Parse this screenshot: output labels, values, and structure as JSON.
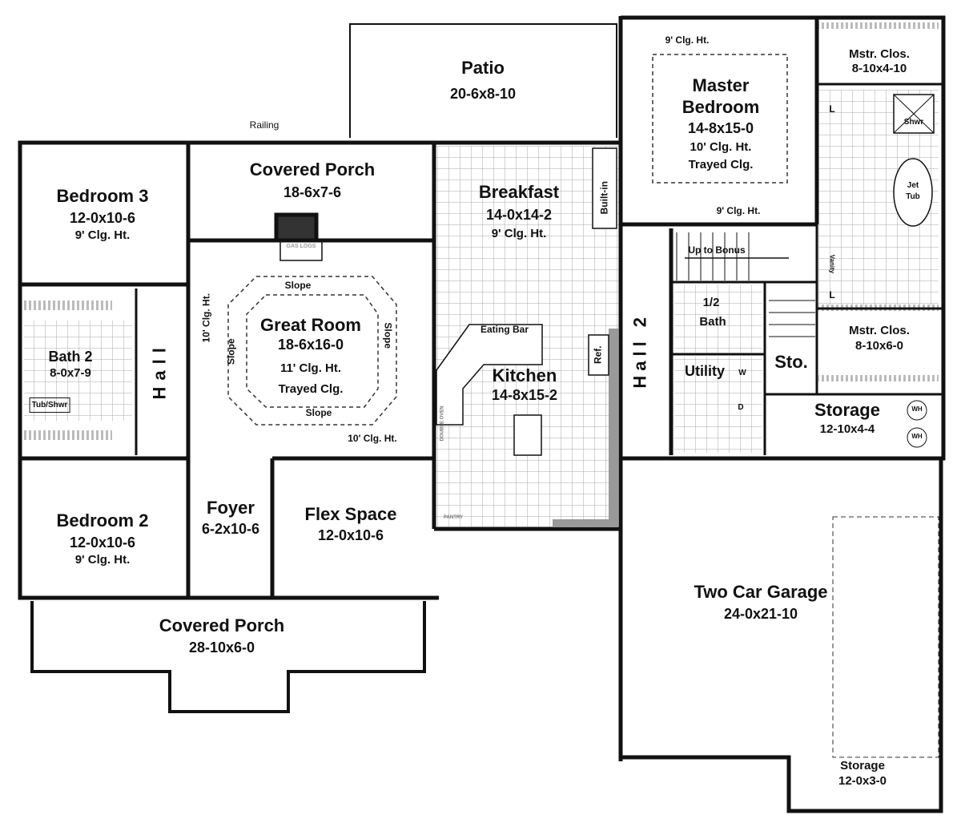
{
  "rooms": {
    "patio": {
      "name": "Patio",
      "size": "20-6x8-10"
    },
    "covered_porch_rear": {
      "name": "Covered Porch",
      "size": "18-6x7-6",
      "note": "Railing"
    },
    "bedroom3": {
      "name": "Bedroom 3",
      "size": "12-0x10-6",
      "ceiling": "9' Clg. Ht."
    },
    "bath2": {
      "name": "Bath 2",
      "size": "8-0x7-9",
      "tub": "Tub/Shwr"
    },
    "hall": {
      "name": "Hall"
    },
    "bedroom2": {
      "name": "Bedroom 2",
      "size": "12-0x10-6",
      "ceiling": "9' Clg. Ht."
    },
    "great_room": {
      "name": "Great Room",
      "size": "18-6x16-0",
      "ceiling": "11' Clg. Ht.",
      "ceiling_type": "Trayed Clg.",
      "slope": "Slope",
      "edge_ceiling": "10' Clg. Ht.",
      "fireplace": "GAS LOGS"
    },
    "breakfast": {
      "name": "Breakfast",
      "size": "14-0x14-2",
      "ceiling": "9' Clg. Ht.",
      "builtin": "Built-in"
    },
    "kitchen": {
      "name": "Kitchen",
      "size": "14-8x15-2",
      "eating_bar": "Eating Bar",
      "ref": "Ref.",
      "oven": "DOUBLE OVEN",
      "pantry": "PANTRY"
    },
    "foyer": {
      "name": "Foyer",
      "size": "6-2x10-6"
    },
    "flex": {
      "name": "Flex Space",
      "size": "12-0x10-6"
    },
    "covered_porch_front": {
      "name": "Covered Porch",
      "size": "28-10x6-0"
    },
    "master_bedroom": {
      "name_line1": "Master",
      "name_line2": "Bedroom",
      "size": "14-8x15-0",
      "ceiling": "10' Clg. Ht.",
      "ceiling_type": "Trayed Clg.",
      "edge_ceiling": "9' Clg. Ht."
    },
    "master_closet1": {
      "name": "Mstr. Clos.",
      "size": "8-10x4-10"
    },
    "master_closet2": {
      "name": "Mstr. Clos.",
      "size": "8-10x6-0"
    },
    "master_bath": {
      "shower": "Shwr",
      "tub_line1": "Jet",
      "tub_line2": "Tub",
      "vanity": "Vanity",
      "linen": "L"
    },
    "stairs": {
      "label": "Up to Bonus"
    },
    "half_bath": {
      "name_line1": "1/2",
      "name_line2": "Bath"
    },
    "hall2": {
      "name": "Hall 2"
    },
    "utility": {
      "name": "Utility",
      "washer": "W",
      "dryer": "D"
    },
    "sto": {
      "name": "Sto."
    },
    "storage": {
      "name": "Storage",
      "size": "12-10x4-4",
      "water_heater": "WH"
    },
    "garage": {
      "name": "Two Car Garage",
      "size": "24-0x21-10"
    },
    "garage_storage": {
      "name": "Storage",
      "size": "12-0x3-0"
    }
  }
}
